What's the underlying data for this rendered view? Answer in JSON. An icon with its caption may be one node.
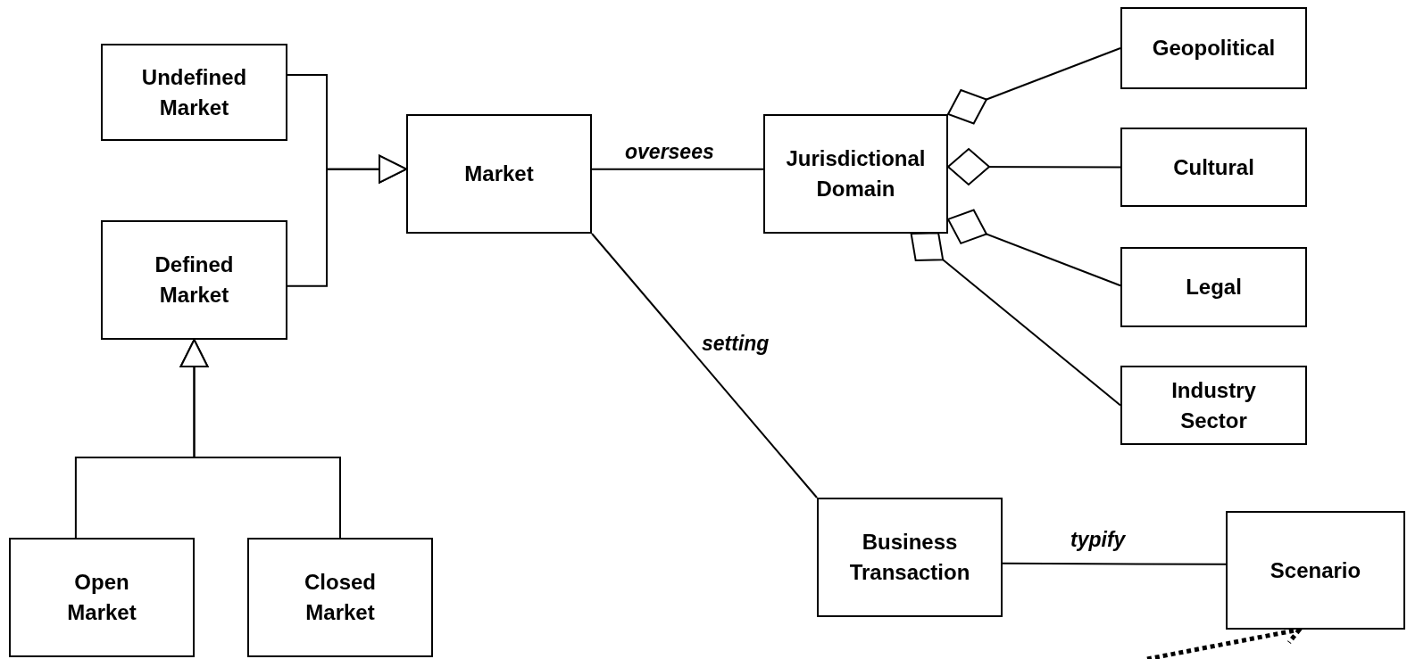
{
  "diagram": {
    "nodes": [
      {
        "text": [
          "Undefined Market"
        ]
      },
      {
        "text": [
          "Market"
        ]
      },
      {
        "text": [
          "Jurisdictional Domain"
        ]
      },
      {
        "text": [
          "Geopolitical"
        ]
      },
      {
        "text": [
          "Cultural"
        ]
      },
      {
        "text": [
          "Defined Market"
        ]
      },
      {
        "text": [
          "Legal"
        ]
      },
      {
        "text": [
          "Industry Sector"
        ]
      },
      {
        "text": [
          "Open Market"
        ]
      },
      {
        "text": [
          "Closed Market"
        ]
      },
      {
        "text": [
          "Business Transaction"
        ]
      },
      {
        "text": [
          "Scenario"
        ]
      }
    ],
    "edges": [
      {
        "from": 0,
        "to": 1,
        "arrow": "to"
      },
      {
        "from": 5,
        "to": 1,
        "arrow": "to"
      },
      {
        "from": 8,
        "to": 5,
        "arrow": "to"
      },
      {
        "from": 9,
        "to": 5,
        "arrow": "to"
      },
      {
        "from": 1,
        "to": 2,
        "arrow": "none",
        "label": "oversees"
      },
      {
        "from": 2,
        "to": 3,
        "arrow": "other"
      },
      {
        "from": 2,
        "to": 4,
        "arrow": "other"
      },
      {
        "from": 2,
        "to": 6,
        "arrow": "other"
      },
      {
        "from": 2,
        "to": 7,
        "arrow": "other"
      },
      {
        "from": 1,
        "to": 10,
        "arrow": "none",
        "label": "setting"
      },
      {
        "from": 10,
        "to": 11,
        "arrow": "none",
        "label": "typify"
      },
      {
        "from": null,
        "to": 11,
        "arrow": "to",
        "style": "dashed"
      }
    ]
  }
}
